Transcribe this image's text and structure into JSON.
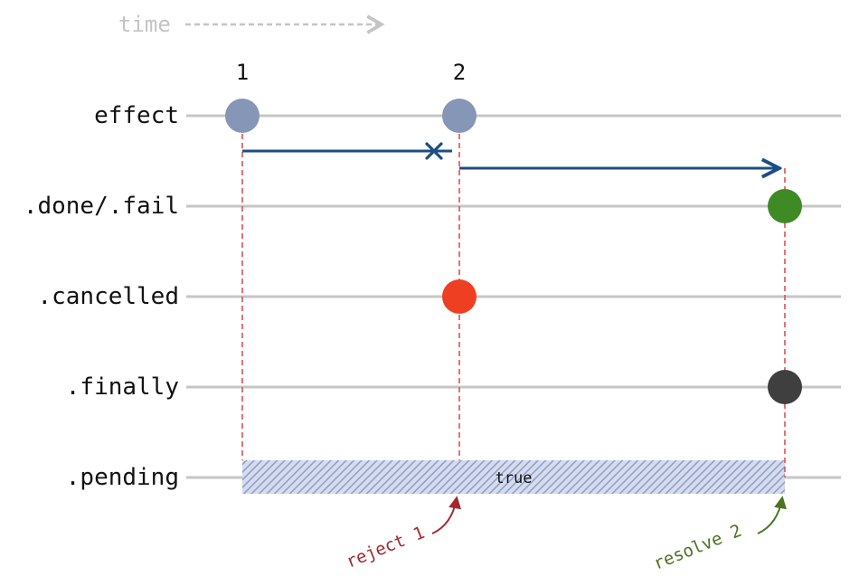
{
  "time_label": "time",
  "events": [
    "1",
    "2"
  ],
  "rows": {
    "effect": "effect",
    "done_fail": ".done/.fail",
    "cancelled": ".cancelled",
    "finally": ".finally",
    "pending": ".pending"
  },
  "pending_value": "true",
  "annotations": {
    "reject": "reject 1",
    "resolve": "resolve 2"
  },
  "colors": {
    "track": "#c6c6c6",
    "effect_marker": "#8596b6",
    "done_marker": "#3e8b25",
    "cancelled_marker": "#ee3f22",
    "finally_marker": "#3f3f3f",
    "call_arrow": "#1c4d86",
    "guide_line": "#e05050",
    "pending_hatch": "#8d9ecb",
    "reject_note": "#a4282d",
    "resolve_note": "#4b7320",
    "time_label": "#c4c4c4"
  }
}
